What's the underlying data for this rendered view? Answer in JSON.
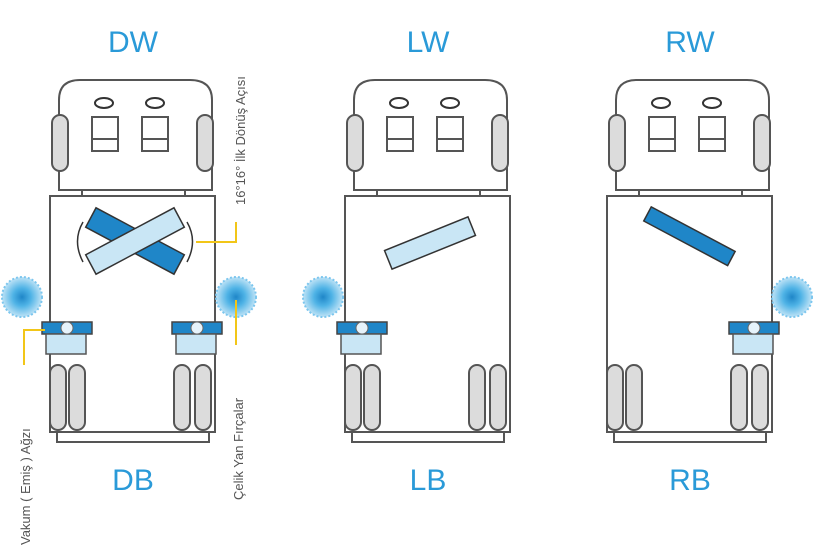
{
  "panels": [
    {
      "top_label": "DW",
      "bottom_label": "DB"
    },
    {
      "top_label": "LW",
      "bottom_label": "LB"
    },
    {
      "top_label": "RW",
      "bottom_label": "RB"
    }
  ],
  "annotations": {
    "rotation_angle": "16°16° İlk Dönüş Açısı",
    "side_brushes": "Çelik Yan Fırçalar",
    "vacuum_mouth": "Vakum ( Emiş ) Ağzı"
  },
  "colors": {
    "label": "#2a9ad8",
    "roller_dark": "#1f86c8",
    "roller_light": "#c9e6f5",
    "callout": "#f2c618"
  }
}
